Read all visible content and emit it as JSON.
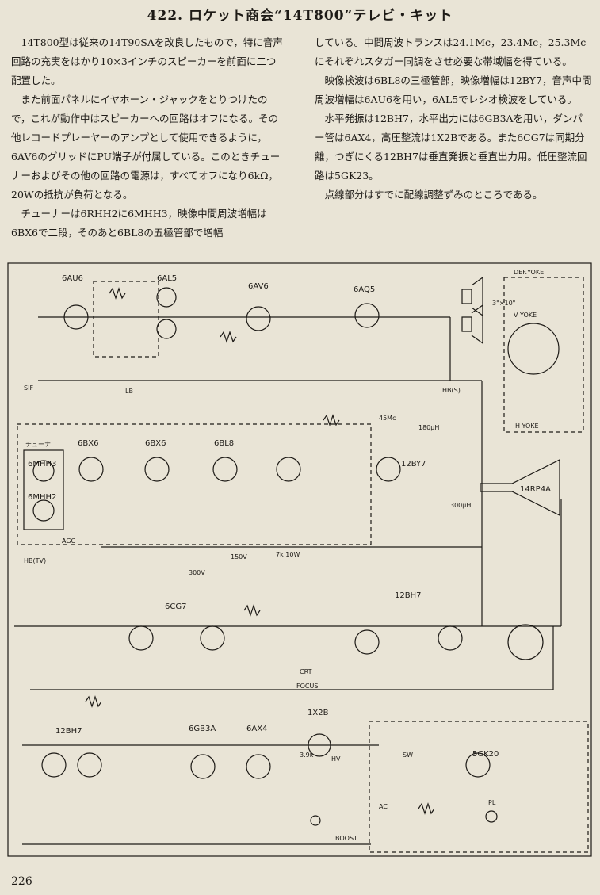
{
  "title": "422. ロケット商会“14T800”テレビ・キット",
  "left_paragraphs": [
    "14T800型は従来の14T90SAを改良したもので，特に音声回路の充実をはかり10×3インチのスピーカーを前面に二つ配置した。",
    "また前面パネルにイヤホーン・ジャックをとりつけたので，これが動作中はスピーカーへの回路はオフになる。その他レコードプレーヤーのアンプとして使用できるように，6AV6のグリッドにPU端子が付属している。このときチューナーおよびその他の回路の電源は，すべてオフになり6kΩ，20Wの抵抗が負荷となる。",
    "チューナーは6RHH2に6MHH3，映像中間周波増幅は6BX6で二段，そのあと6BL8の五極管部で増幅"
  ],
  "right_paragraphs": [
    "している。中間周波トランスは24.1Mc，23.4Mc，25.3Mcにそれぞれスタガー同調をさせ必要な帯域幅を得ている。",
    "映像検波は6BL8の三極管部，映像増幅は12BY7，音声中間周波増幅は6AU6を用い，6AL5でレシオ検波をしている。",
    "水平発振は12BH7，水平出力には6GB3Aを用い，ダンパー管は6AX4，高圧整流は1X2Bである。また6CG7は同期分離，つぎにくる12BH7は垂直発振と垂直出力用。低圧整流回路は5GK23。",
    "点線部分はすでに配線調整ずみのところである。"
  ],
  "schematic": {
    "tubes": [
      "6AU6",
      "6AL5",
      "6AV6",
      "6AQ5",
      "6BX6",
      "6BX6",
      "6BL8",
      "12BY7",
      "14RP4A",
      "6CG7",
      "12BH7",
      "12BH7",
      "6GB3A",
      "6AX4",
      "1X2B",
      "5GK20"
    ],
    "tuner_tubes": [
      "6MHH3",
      "6MHH2"
    ],
    "labels": [
      "チューナ",
      "DEF.YOKE",
      "V YOKE",
      "H YOKE",
      "SIF",
      "LB",
      "AGC",
      "HB(TV)",
      "HB(S)",
      "CRT",
      "FOCUS",
      "AC",
      "PL",
      "SW",
      "HV",
      "BOOST",
      "3\"×10\"",
      "150V",
      "300V",
      "7k 10W",
      "45Mc",
      "180μH",
      "300μH",
      "3.9k",
      "5GK20"
    ]
  },
  "page_number": "226"
}
